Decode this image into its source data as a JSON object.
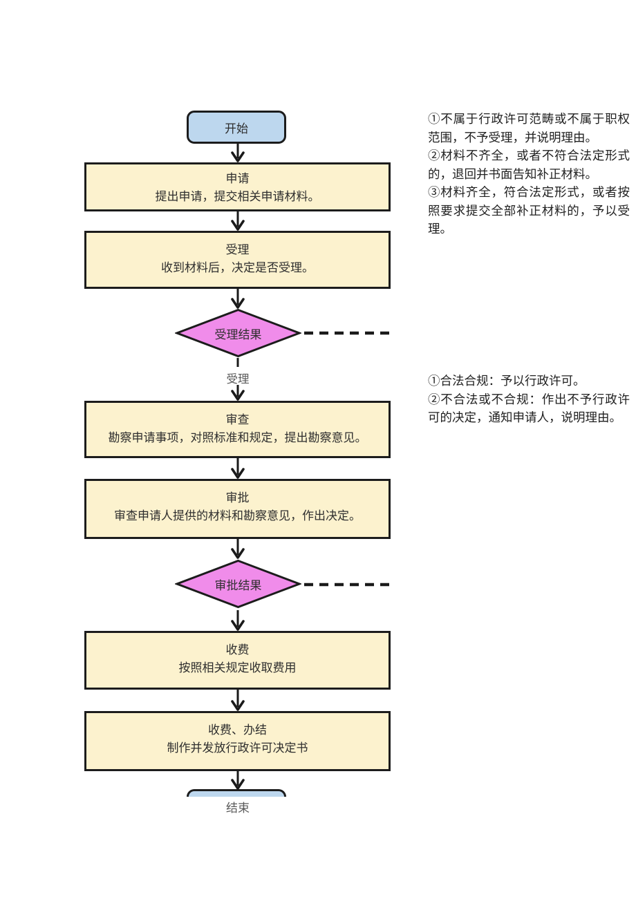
{
  "colors": {
    "process-fill": "#FCF2CE",
    "process-border": "#1C1C1C",
    "terminal-fill": "#BDD7EE",
    "decision-fill": "#F08CEA",
    "connector": "#1A1A1A",
    "box-text": "#2E2E2E",
    "muted-text": "#595959",
    "annotation-text": "#1F1F1F"
  },
  "flowchart": {
    "start_label": "开始",
    "steps": [
      {
        "title": "申请",
        "desc": "提出申请，提交相关申请材料。"
      },
      {
        "title": "受理",
        "desc": "收到材料后，决定是否受理。"
      },
      {
        "title": "审查",
        "desc": "勘察申请事项，对照标准和规定，提出勘察意见。"
      },
      {
        "title": "审批",
        "desc": "审查申请人提供的材料和勘察意见，作出决定。"
      },
      {
        "title": "收费",
        "desc": "按照相关规定收取费用"
      },
      {
        "title": "收费、办结",
        "desc": "制作并发放行政许可决定书"
      }
    ],
    "decisions": [
      {
        "label": "受理结果"
      },
      {
        "label": "审批结果"
      }
    ],
    "accept_edge_label": "受理",
    "end_label": "结束"
  },
  "annotations": {
    "acceptance_rules": [
      "①不属于行政许可范畴或不属于职权范围，不予受理，并说明理由。",
      "②材料不齐全，或者不符合法定形式的，退回并书面告知补正材料。",
      "③材料齐全，符合法定形式，或者按照要求提交全部补正材料的，予以受理。"
    ],
    "approval_rules": [
      "①合法合规：予以行政许可。",
      "②不合法或不合规：作出不予行政许可的决定，通知申请人，说明理由。"
    ]
  }
}
